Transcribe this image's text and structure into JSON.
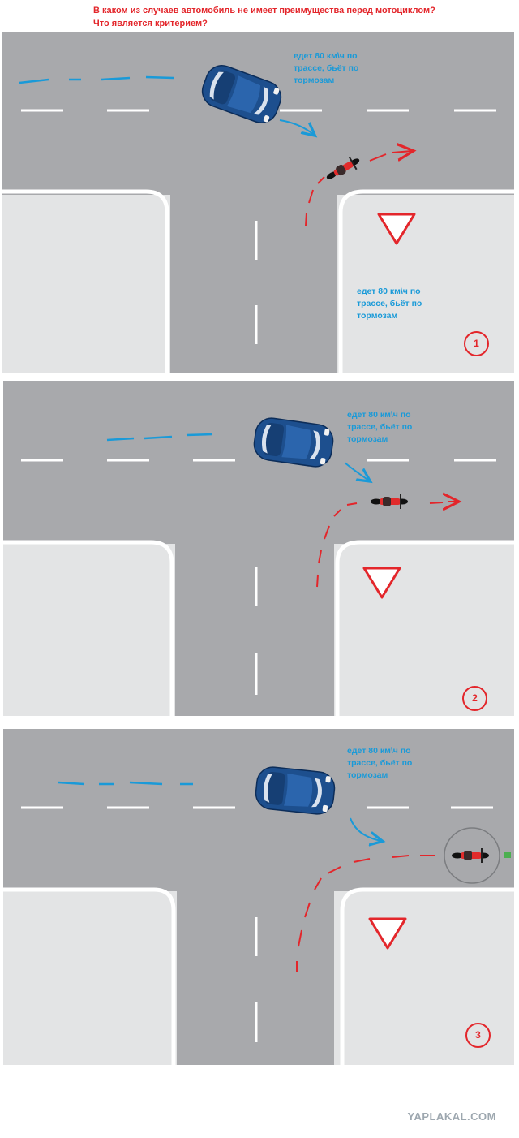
{
  "question": {
    "line1": "В каком из случаев автомобиль не имеет преимущества перед мотоциклом?",
    "line2": "Что является критерием?"
  },
  "panels": [
    {
      "note": "едет 80 км\\ч по\nтрассе, бьёт по\nтормозам",
      "number": "1",
      "note2": "едет 80 км\\ч по\nтрассе, бьёт по\nтормозам"
    },
    {
      "note": "едет 80 км\\ч по\nтрассе, бьёт по\nтормозам",
      "number": "2"
    },
    {
      "note": "едет 80 км\\ч по\nтрассе, бьёт по\nтормозам",
      "number": "3"
    }
  ],
  "colors": {
    "road": "#a8a9ac",
    "sidewalk": "#e3e4e5",
    "car": "#1d4f8e",
    "moto": "#e12b2b",
    "blue_path": "#1a9ad8",
    "red_path": "#e3262b"
  },
  "icons": {
    "sign": "yield-sign-icon",
    "car": "car-icon",
    "moto": "motorcycle-icon"
  },
  "watermark": "YAPLAKAL.COM"
}
